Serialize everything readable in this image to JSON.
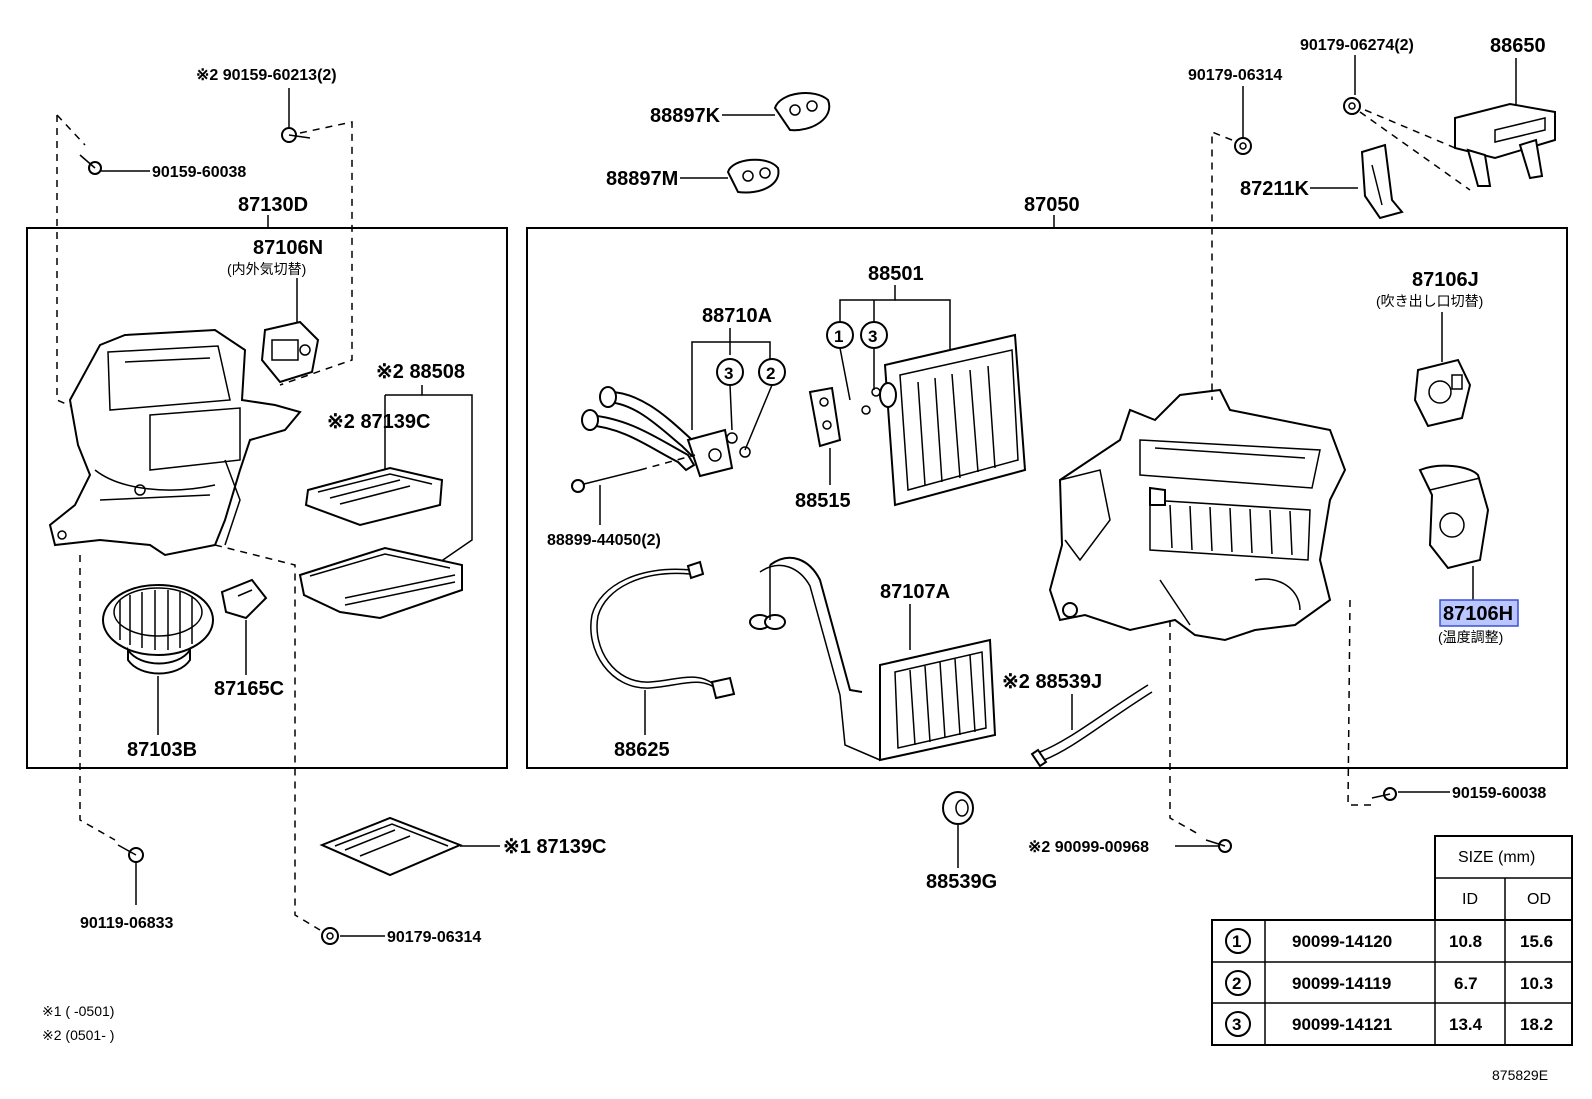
{
  "labels": {
    "p_90159_60213": "※2 90159-60213(2)",
    "p_90159_60038_a": "90159-60038",
    "p_87130D": "87130D",
    "p_87106N": "87106N",
    "p_87106N_sub": "(内外気切替)",
    "p_88508": "※2 88508",
    "p_87139C_a": "※2 87139C",
    "p_87165C": "87165C",
    "p_87103B": "87103B",
    "p_90119_06833": "90119-06833",
    "p_87139C_b": "※1 87139C",
    "p_90179_06314_a": "90179-06314",
    "p_88897K": "88897K",
    "p_88897M": "88897M",
    "p_87050": "87050",
    "p_88501": "88501",
    "p_88710A": "88710A",
    "p_88515": "88515",
    "p_88899_44050": "88899-44050(2)",
    "p_88625": "88625",
    "p_87107A": "87107A",
    "p_88539J": "※2 88539J",
    "p_88539G": "88539G",
    "p_90099_00968": "※2 90099-00968",
    "p_90179_06274": "90179-06274(2)",
    "p_88650": "88650",
    "p_90179_06314_b": "90179-06314",
    "p_87211K": "87211K",
    "p_87106J": "87106J",
    "p_87106J_sub": "(吹き出し口切替)",
    "p_87106H": "87106H",
    "p_87106H_sub": "(温度調整)",
    "p_90159_60038_b": "90159-60038"
  },
  "callouts": {
    "c1": "1",
    "c2": "2",
    "c3": "3"
  },
  "notes": {
    "n1": "※1 (      -0501)",
    "n2": "※2 (0501-      )"
  },
  "size_table": {
    "header": "SIZE (mm)",
    "col_id": "ID",
    "col_od": "OD",
    "rows": [
      {
        "num": "1",
        "part": "90099-14120",
        "id": "10.8",
        "od": "15.6"
      },
      {
        "num": "2",
        "part": "90099-14119",
        "id": "6.7",
        "od": "10.3"
      },
      {
        "num": "3",
        "part": "90099-14121",
        "id": "13.4",
        "od": "18.2"
      }
    ]
  },
  "diagram_id": "875829E",
  "highlight_color": "#b9c6ff"
}
